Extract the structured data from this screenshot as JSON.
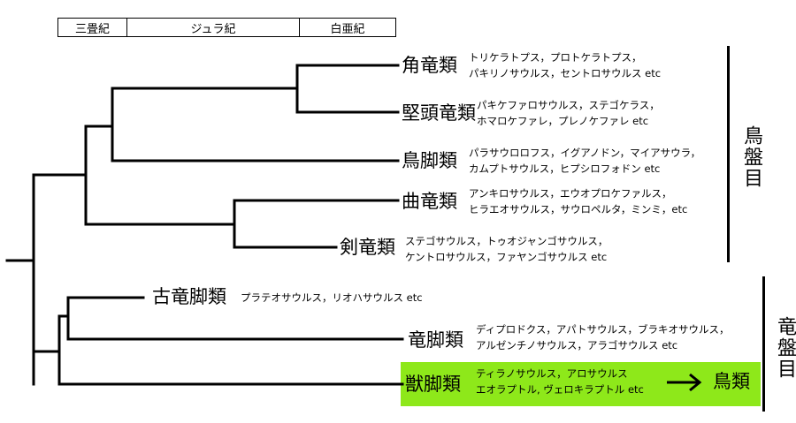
{
  "periods": [
    "三畳紀",
    "ジュラ紀",
    "白亜紀"
  ],
  "taxa": {
    "ceratopsia": {
      "name": "角竜類",
      "members": [
        "トリケラトプス，プロトケラトプス，",
        "パキリノサウルス，セントロサウルス etc"
      ]
    },
    "pachycephalosauria": {
      "name": "堅頭竜類",
      "members": [
        "パキケファロサウルス，ステゴケラス，",
        "ホマロケファレ，プレノケファレ etc"
      ]
    },
    "ornithopoda": {
      "name": "鳥脚類",
      "members": [
        "パラサウロロフス，イグアノドン，マイアサウラ，",
        "カムプトサウルス，ヒプシロフォドン etc"
      ]
    },
    "ankylosauria": {
      "name": "曲竜類",
      "members": [
        "アンキロサウルス，エウオプロケファルス，",
        "ヒラエオサウルス，サウロペルタ，ミンミ，etc"
      ]
    },
    "stegosauria": {
      "name": "剣竜類",
      "members": [
        "ステゴサウルス，トゥオジャンゴサウルス，",
        "ケントロサウルス，ファヤンゴサウルス etc"
      ]
    },
    "prosauropoda": {
      "name": "古竜脚類",
      "members": [
        "プラテオサウルス，リオハサウルス etc"
      ]
    },
    "sauropoda": {
      "name": "竜脚類",
      "members": [
        "ディプロドクス，アパトサウルス，ブラキオサウルス，",
        "アルゼンチノサウルス，アラゴサウルス etc"
      ]
    },
    "theropoda": {
      "name": "獣脚類",
      "members": [
        "ティラノサウルス，アロサウルス",
        "エオラプトル, ヴェロキラプトル etc"
      ]
    }
  },
  "descendant": "鳥類",
  "orders": {
    "ornithischia": "鳥盤目",
    "saurischia": "竜盤目"
  },
  "colors": {
    "line": "#000000",
    "highlight": "#8ee81a"
  }
}
